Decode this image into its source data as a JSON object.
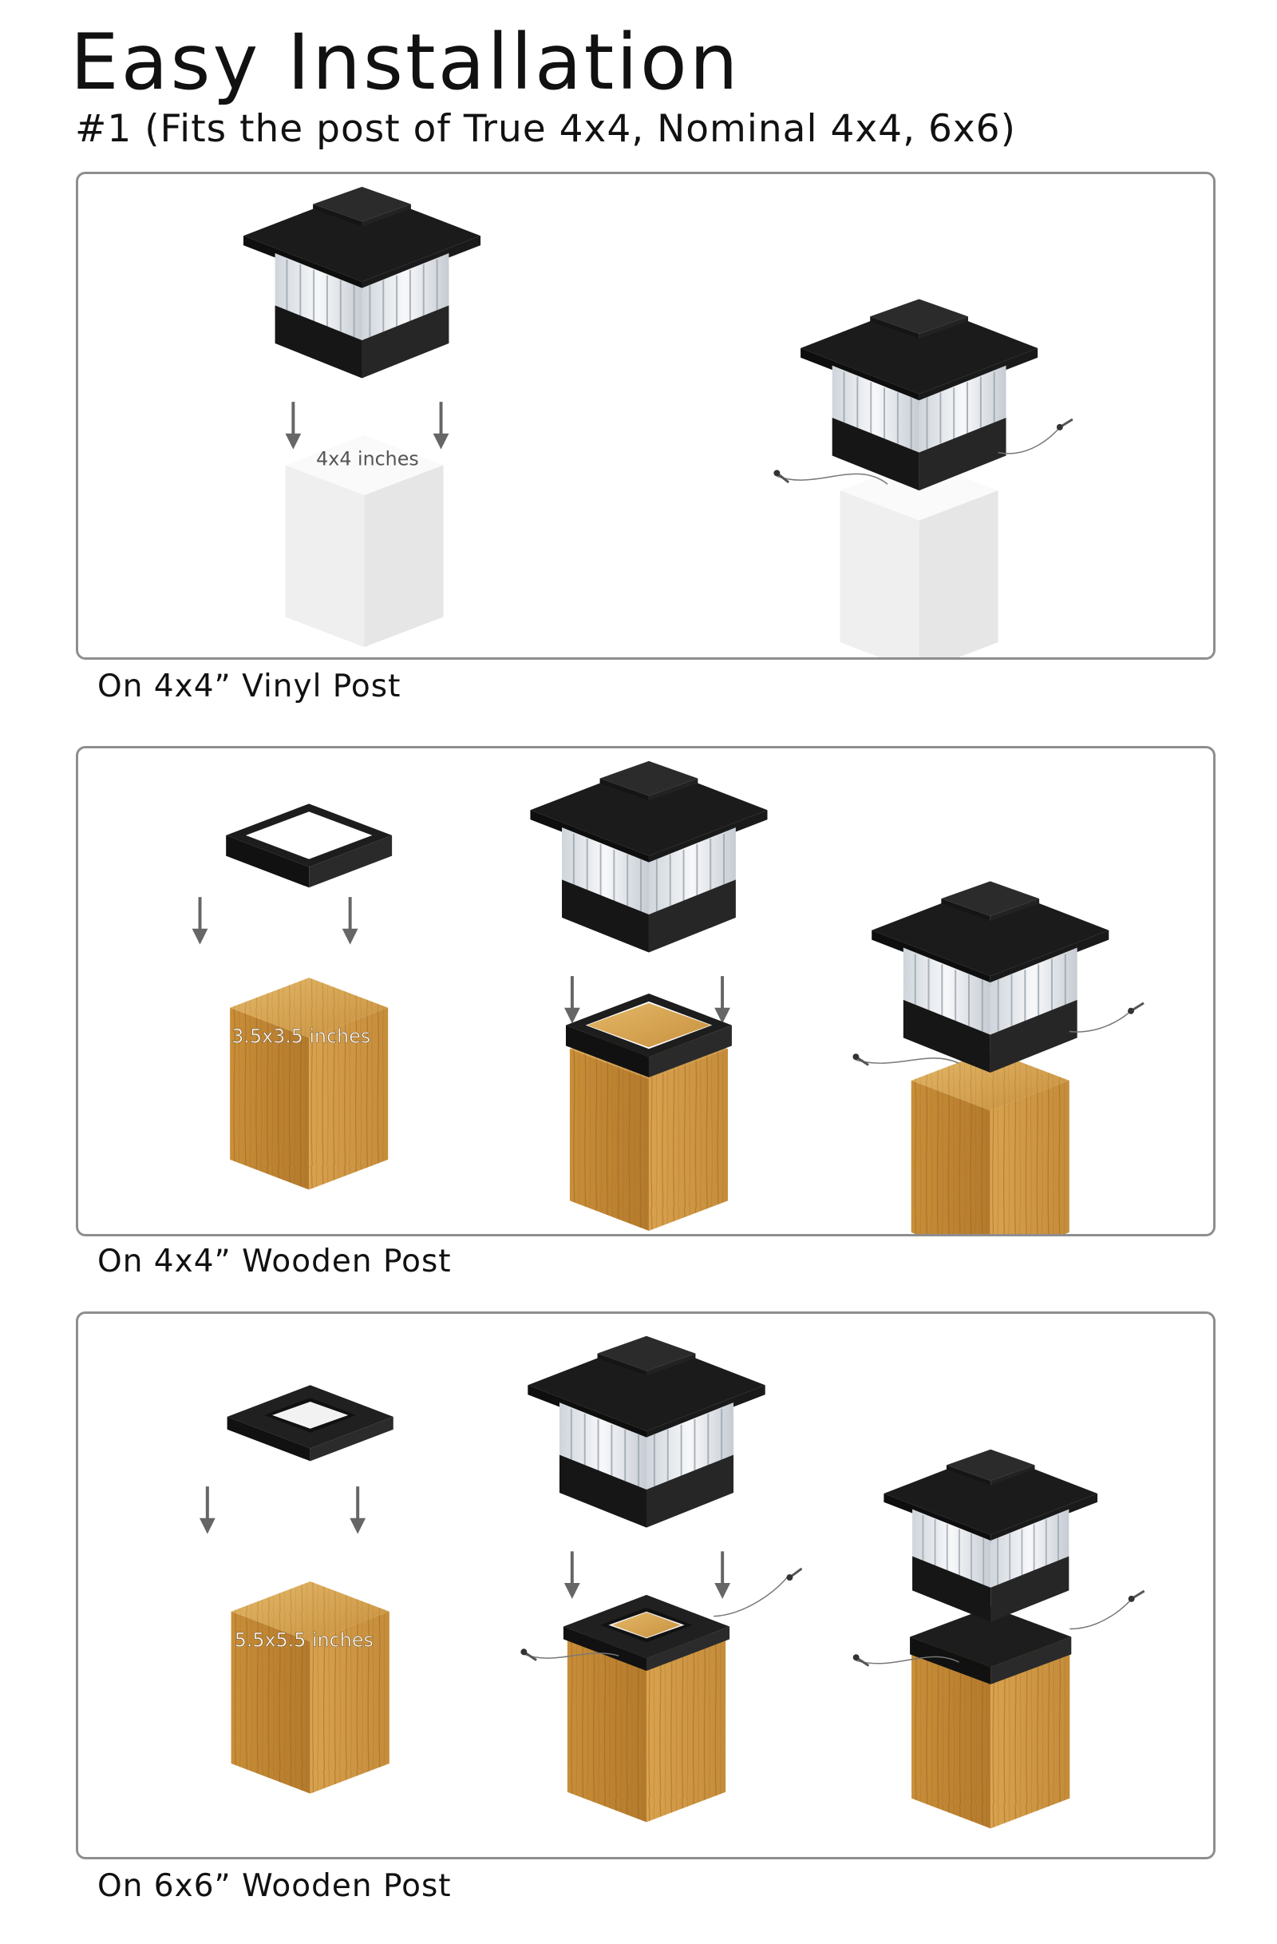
{
  "header": {
    "title": "Easy Installation",
    "subtitle": "#1 (Fits the post of True 4x4, Nominal 4x4, 6x6)"
  },
  "panels": [
    {
      "caption": "On 4x4”  Vinyl Post",
      "dimension_label": "4x4 inches"
    },
    {
      "caption": "On 4x4”  Wooden Post",
      "dimension_label": "3.5x3.5 inches"
    },
    {
      "caption": "On 6x6”  Wooden Post",
      "dimension_label": "5.5x5.5 inches"
    }
  ],
  "colors": {
    "lamp_body": "#1c1c1c",
    "lamp_glass": "#e9edf1",
    "vinyl_post": "#f4f4f4",
    "wood_light": "#d7a44f",
    "wood_dark": "#b07a2c",
    "arrow": "#666666",
    "panel_border": "#8e8e8e"
  }
}
